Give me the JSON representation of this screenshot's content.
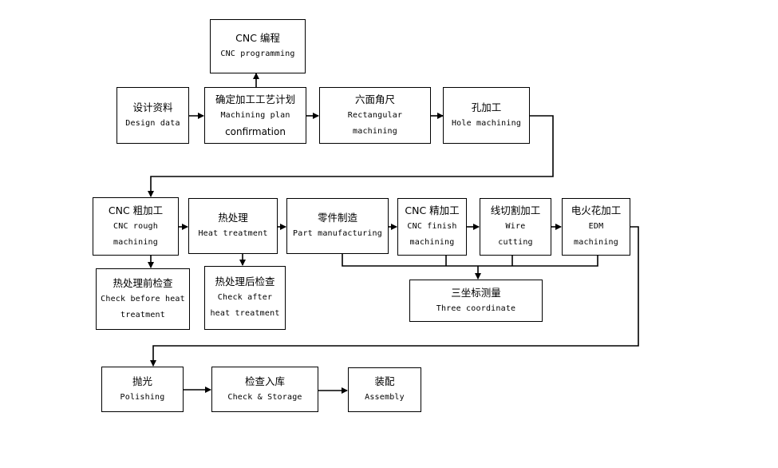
{
  "nodes": {
    "cnc_programming": {
      "zh": "CNC 编程",
      "en": [
        "CNC programming"
      ]
    },
    "design_data": {
      "zh": "设计资料",
      "en": [
        "Design data"
      ]
    },
    "plan_confirm": {
      "zh": "确定加工工艺计划",
      "en": [
        "Machining plan",
        "confirmation"
      ]
    },
    "rect_machining": {
      "zh": "六面角尺",
      "en": [
        "Rectangular",
        "machining"
      ]
    },
    "hole_machining": {
      "zh": "孔加工",
      "en": [
        "Hole machining"
      ]
    },
    "cnc_rough": {
      "zh": "CNC 粗加工",
      "en": [
        "CNC rough",
        "machining"
      ]
    },
    "heat_treatment": {
      "zh": "热处理",
      "en": [
        "Heat treatment"
      ]
    },
    "part_mfg": {
      "zh": "零件制造",
      "en": [
        "Part manufacturing"
      ]
    },
    "cnc_finish": {
      "zh": "CNC 精加工",
      "en": [
        "CNC finish",
        "machining"
      ]
    },
    "wire_cutting": {
      "zh": "线切割加工",
      "en": [
        "Wire",
        "cutting"
      ]
    },
    "edm": {
      "zh": "电火花加工",
      "en": [
        "EDM",
        "machining"
      ]
    },
    "check_before": {
      "zh": "热处理前检查",
      "en": [
        "Check before heat",
        "treatment"
      ]
    },
    "check_after": {
      "zh": "热处理后检查",
      "en": [
        "Check after",
        "heat treatment"
      ]
    },
    "three_coord": {
      "zh": "三坐标测量",
      "en": [
        "Three coordinate"
      ]
    },
    "polishing": {
      "zh": "抛光",
      "en": [
        "Polishing"
      ]
    },
    "check_storage": {
      "zh": "检查入库",
      "en": [
        "Check & Storage"
      ]
    },
    "assembly": {
      "zh": "装配",
      "en": [
        "Assembly"
      ]
    }
  }
}
